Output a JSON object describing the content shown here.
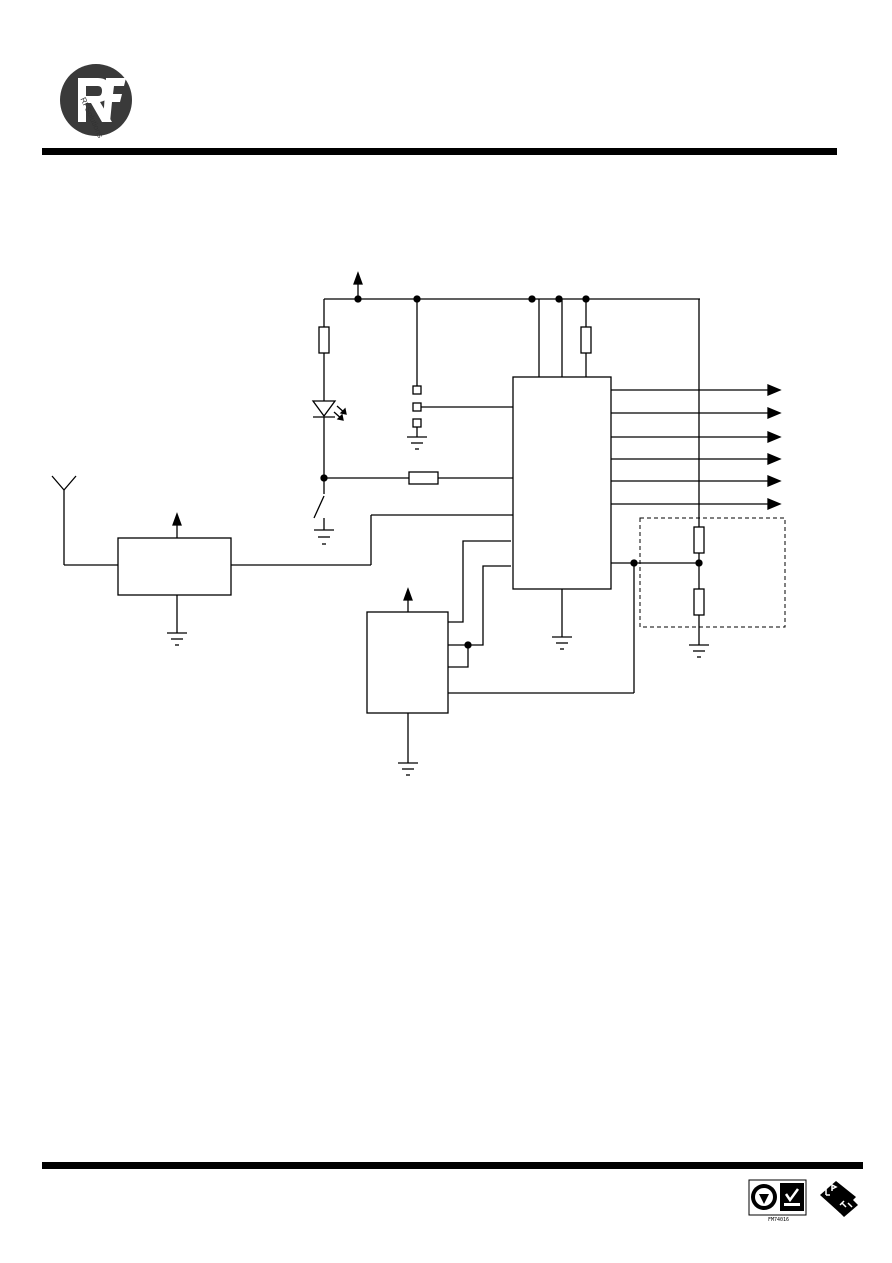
{
  "header": {
    "logo": {
      "icon": "rf-solutions-logo",
      "text": "RFSolutions"
    }
  },
  "footer": {
    "certification": {
      "icons": [
        "bsi-registered-firm-icon",
        "ukas-quality-management-icon",
        "lpcb-icon"
      ],
      "cert_number": "FM74016"
    }
  },
  "schematic": {
    "type": "circuit-diagram",
    "labels": []
  }
}
